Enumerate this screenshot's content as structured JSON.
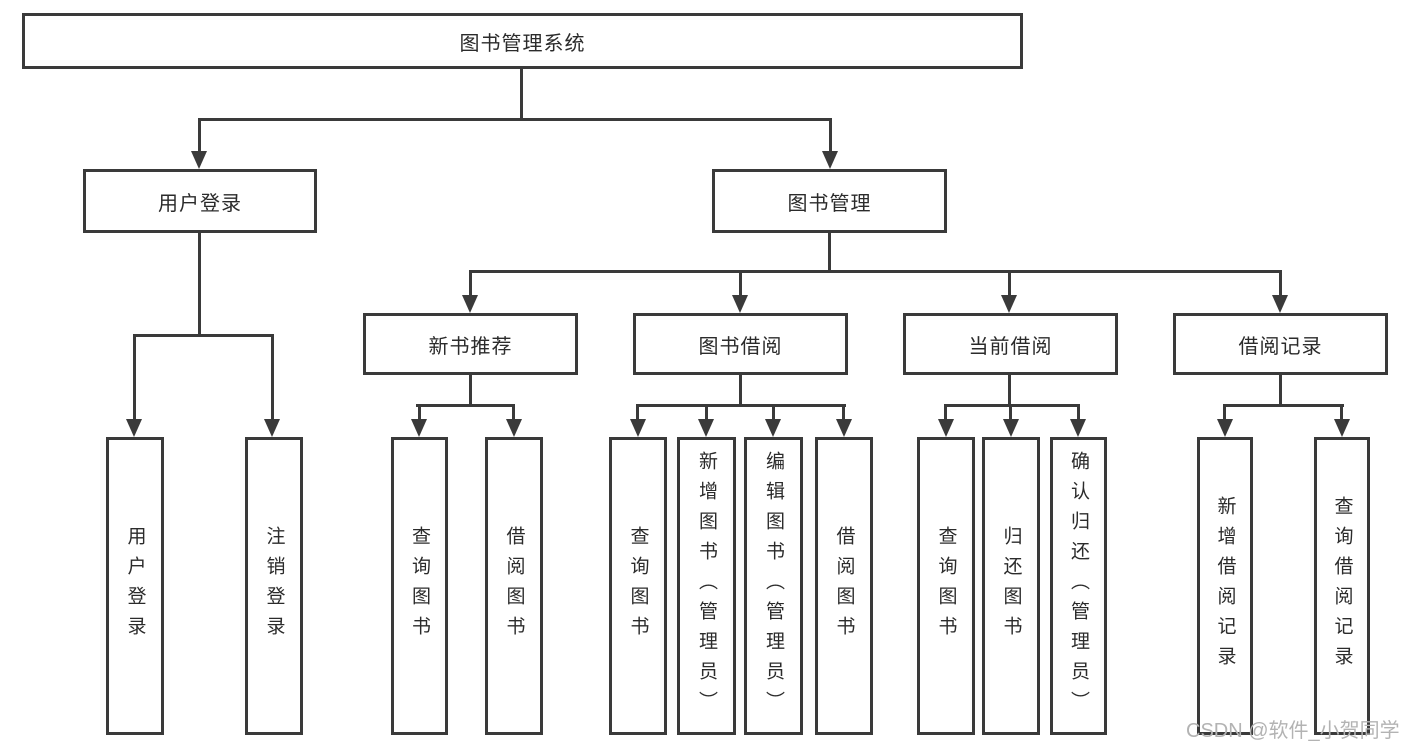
{
  "tree": {
    "root": {
      "label": "图书管理系统"
    },
    "level2": [
      {
        "label": "用户登录",
        "children": [
          "用户登录",
          "注销登录"
        ]
      },
      {
        "label": "图书管理"
      }
    ],
    "level3": [
      {
        "label": "新书推荐",
        "children": [
          "查询图书",
          "借阅图书"
        ]
      },
      {
        "label": "图书借阅",
        "children": [
          "查询图书",
          "新增图书（管理员）",
          "编辑图书（管理员）",
          "借阅图书"
        ]
      },
      {
        "label": "当前借阅",
        "children": [
          "查询图书",
          "归还图书",
          "确认归还（管理员）"
        ]
      },
      {
        "label": "借阅记录",
        "children": [
          "新增借阅记录",
          "查询借阅记录"
        ]
      }
    ]
  },
  "watermark": "CSDN @软件_小贺同学",
  "colors": {
    "line": "#3a3a3a",
    "text": "#2b2b2b",
    "watermark": "#b3b3b3",
    "background": "#ffffff"
  }
}
